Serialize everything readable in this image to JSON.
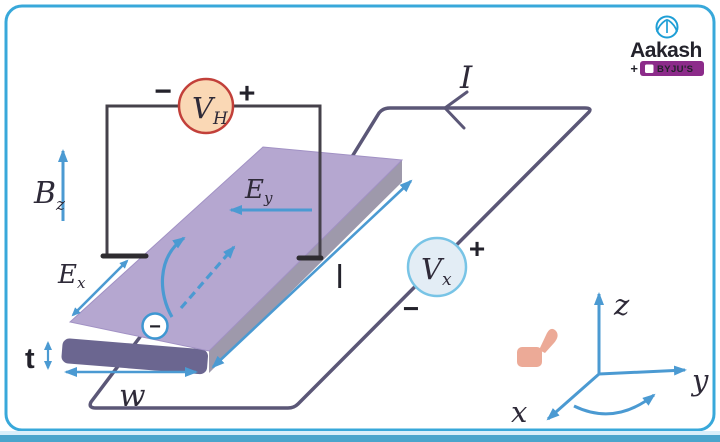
{
  "branding": {
    "name": "Aakash",
    "plus": "+",
    "byjus": "BYJU'S"
  },
  "diagram": {
    "magnetic_field": {
      "symbol": "B",
      "sub": "z"
    },
    "field_x": {
      "symbol": "E",
      "sub": "x"
    },
    "field_y": {
      "symbol": "E",
      "sub": "y"
    },
    "current_label": "I",
    "length_label": "l",
    "width_label": "w",
    "thickness_label": "t",
    "electron_sign": "−",
    "hall_meter": {
      "symbol": "V",
      "sub": "H",
      "neg": "−",
      "pos": "+"
    },
    "x_meter": {
      "symbol": "V",
      "sub": "x",
      "pos": "+",
      "neg": "−"
    },
    "axes": {
      "x": "x",
      "y": "y",
      "z": "z"
    }
  },
  "colors": {
    "arrow_blue": "#4b9ad2",
    "current_cyan": "#2ba4da",
    "wire_slate": "#5b5777",
    "wire_dark": "#45414a",
    "slab_top": "#b5a7d0",
    "slab_side": "#9e99ab",
    "slab_front": "#6b6690",
    "meter_red": "#d4292a",
    "hall_meter_fill": "#fad8b5",
    "x_meter_fill": "#e3edf5",
    "x_meter_stroke": "#78c4e6",
    "frame_border": "#38a8da",
    "bottom_bar": "#4aa5cc",
    "logo_blue": "#13a0da",
    "badge_purple": "#8c2b8a",
    "thumb_salmon": "#ecaa97"
  }
}
